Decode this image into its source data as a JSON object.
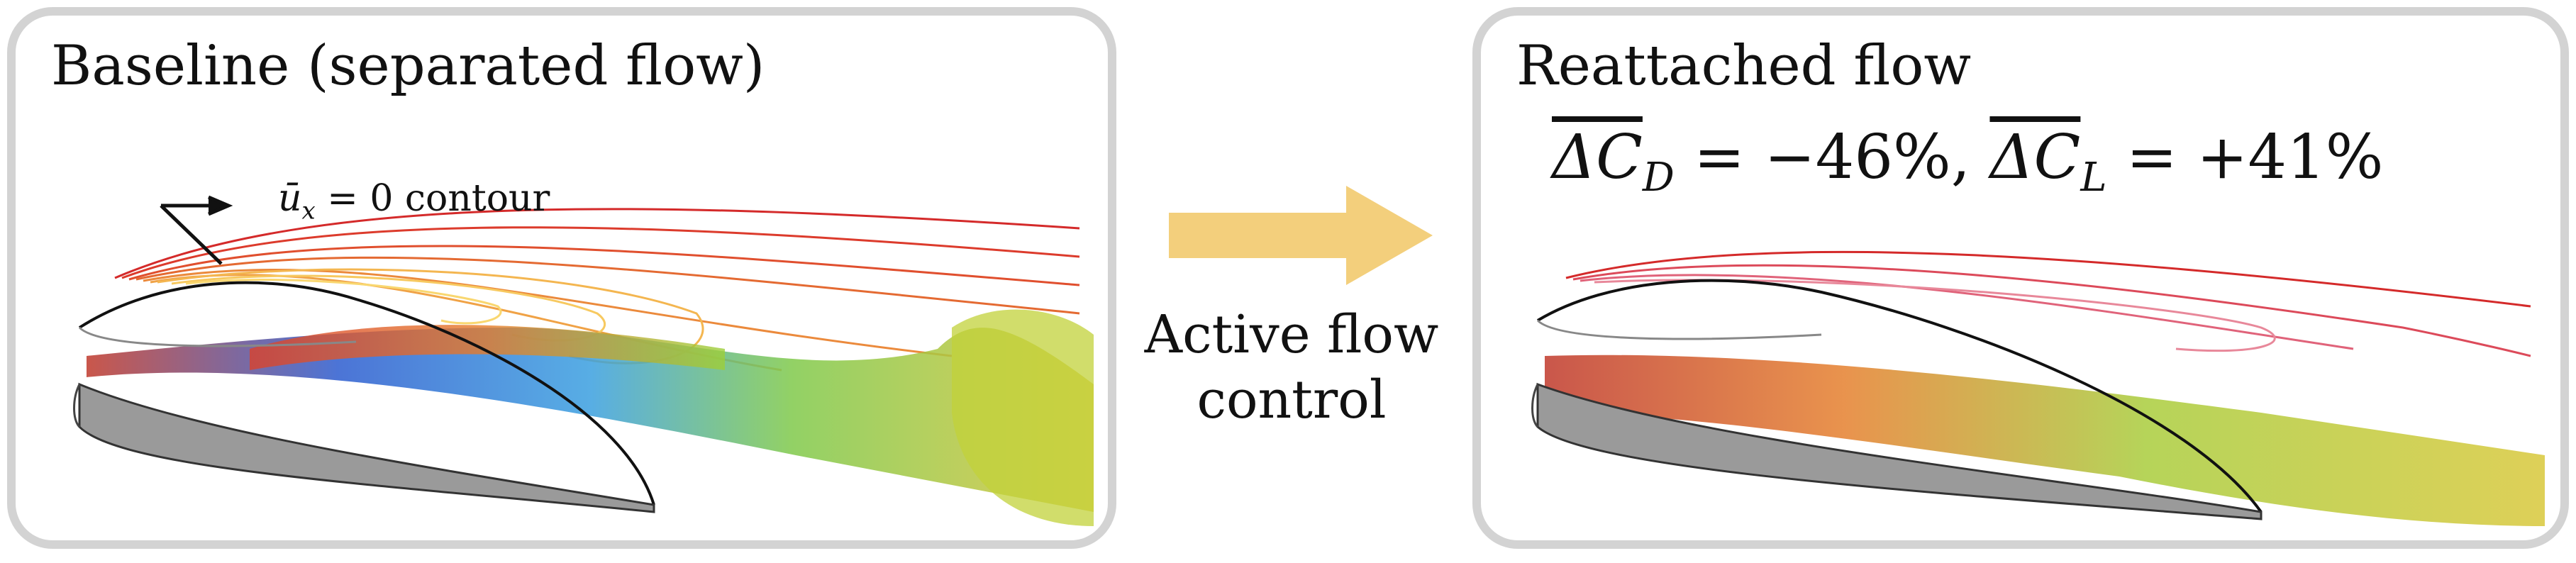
{
  "left_panel": {
    "title": "Baseline (separated flow)",
    "annotation": {
      "symbol": "ū",
      "subscript": "x",
      "text": " = 0 contour"
    }
  },
  "right_panel": {
    "title": "Reattached flow",
    "drag": {
      "prefix": "ΔC",
      "subscript": "D",
      "value": " = −46%, "
    },
    "lift": {
      "prefix": "ΔC",
      "subscript": "L",
      "value": " = +41%"
    }
  },
  "center": {
    "line1": "Active flow",
    "line2": "control"
  },
  "colors": {
    "panel_border": "#d3d3d3",
    "arrow": "#f3cf7c",
    "airfoil_gray": "#9a9a9a",
    "contour_red": "#d42a2a",
    "contour_yellow": "#f4c96a"
  }
}
